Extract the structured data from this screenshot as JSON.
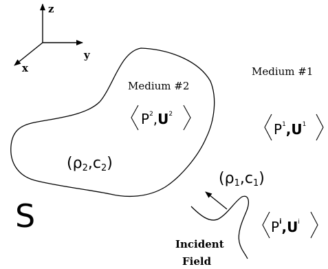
{
  "axes": {
    "z": "z",
    "y": "y",
    "x": "x"
  },
  "media": {
    "medium1": {
      "name": "Medium #1",
      "field": {
        "p": "P",
        "p_sup": "1",
        "u": "U",
        "u_sup": "1"
      },
      "params": {
        "rho": "ρ",
        "rho_sub": "1",
        "c": "c",
        "c_sub": "1"
      }
    },
    "medium2": {
      "name": "Medium #2",
      "field": {
        "p": "P",
        "p_sup": "2",
        "u": "U",
        "u_sup": "2"
      },
      "params": {
        "rho": "ρ",
        "rho_sub": "2",
        "c": "c",
        "c_sub": "2"
      }
    }
  },
  "incident": {
    "field": {
      "p": "P",
      "p_sup": "i",
      "u": "U",
      "u_sup": "i"
    },
    "label_line1": "Incident",
    "label_line2": "Field"
  },
  "surface": {
    "label": "S"
  },
  "colors": {
    "ink": "#000000",
    "background": "#ffffff"
  }
}
